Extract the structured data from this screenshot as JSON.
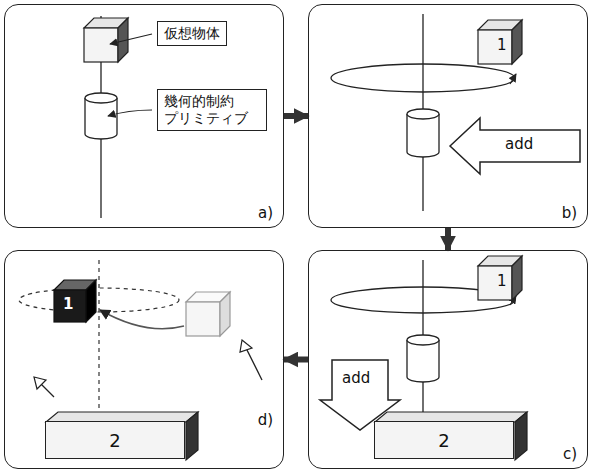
{
  "diagram": {
    "nodes": [
      {
        "text": [
          "a)"
        ]
      },
      {
        "text": [
          "仮想物体"
        ],
        "in": 0
      },
      {
        "text": [
          "幾何的制約 プリミティブ"
        ],
        "in": 0
      },
      {
        "text": [
          "b)"
        ]
      },
      {
        "text": [
          "c)"
        ]
      },
      {
        "text": [
          "2"
        ],
        "in": 4
      },
      {
        "text": [
          "d)"
        ]
      },
      {
        "text": [
          "2"
        ],
        "in": 6
      }
    ],
    "edges": [
      {
        "from": 0,
        "to": 3,
        "arrow": "to"
      },
      {
        "from": 3,
        "to": 4,
        "arrow": "to"
      },
      {
        "from": 4,
        "to": 6,
        "arrow": "to"
      }
    ],
    "labels": [
      "1",
      "add",
      "1",
      "add",
      "1"
    ]
  }
}
